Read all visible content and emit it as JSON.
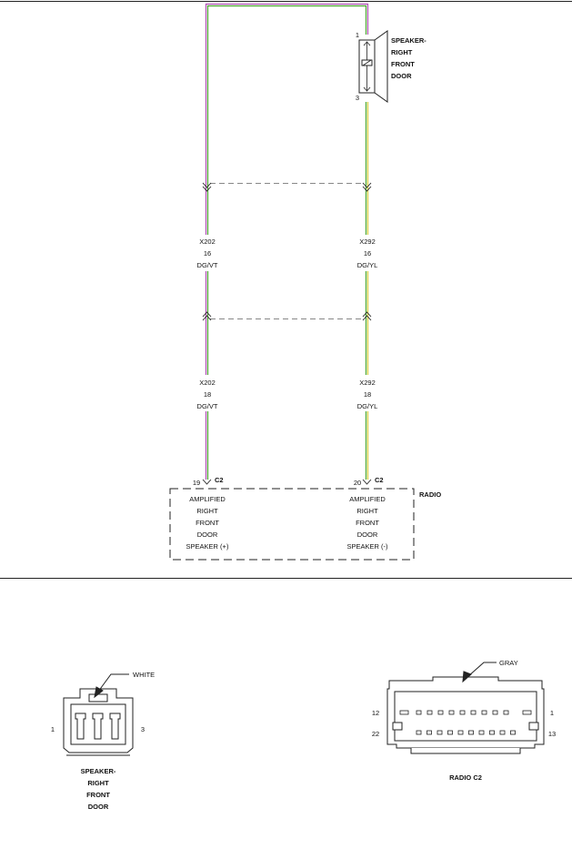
{
  "colors": {
    "wire_green": "#4aa72e",
    "wire_violet": "#b24fb8",
    "wire_yellow": "#d8cf3a",
    "line": "#222222",
    "dashed": "#888888"
  },
  "speaker": {
    "label_lines": [
      "SPEAKER-",
      "RIGHT",
      "FRONT",
      "DOOR"
    ],
    "pin_top": "1",
    "pin_bottom": "3"
  },
  "wires": {
    "left_upper": {
      "circuit": "X202",
      "gauge": "16",
      "color": "DG/VT"
    },
    "right_upper": {
      "circuit": "X292",
      "gauge": "16",
      "color": "DG/YL"
    },
    "left_lower": {
      "circuit": "X202",
      "gauge": "18",
      "color": "DG/VT"
    },
    "right_lower": {
      "circuit": "X292",
      "gauge": "18",
      "color": "DG/YL"
    }
  },
  "radio": {
    "label": "RADIO",
    "pin_left": "19",
    "pin_right": "20",
    "connector_left": "C2",
    "connector_right": "C2",
    "left_desc": [
      "AMPLIFIED",
      "RIGHT",
      "FRONT",
      "DOOR",
      "SPEAKER (+)"
    ],
    "right_desc": [
      "AMPLIFIED",
      "RIGHT",
      "FRONT",
      "DOOR",
      "SPEAKER (-)"
    ]
  },
  "speaker_connector_view": {
    "color_label": "WHITE",
    "pin_left": "1",
    "pin_right": "3",
    "caption_lines": [
      "SPEAKER-",
      "RIGHT",
      "FRONT",
      "DOOR"
    ]
  },
  "radio_connector_view": {
    "color_label": "GRAY",
    "pin_top_left": "12",
    "pin_top_right": "1",
    "pin_bottom_left": "22",
    "pin_bottom_right": "13",
    "caption": "RADIO C2"
  }
}
